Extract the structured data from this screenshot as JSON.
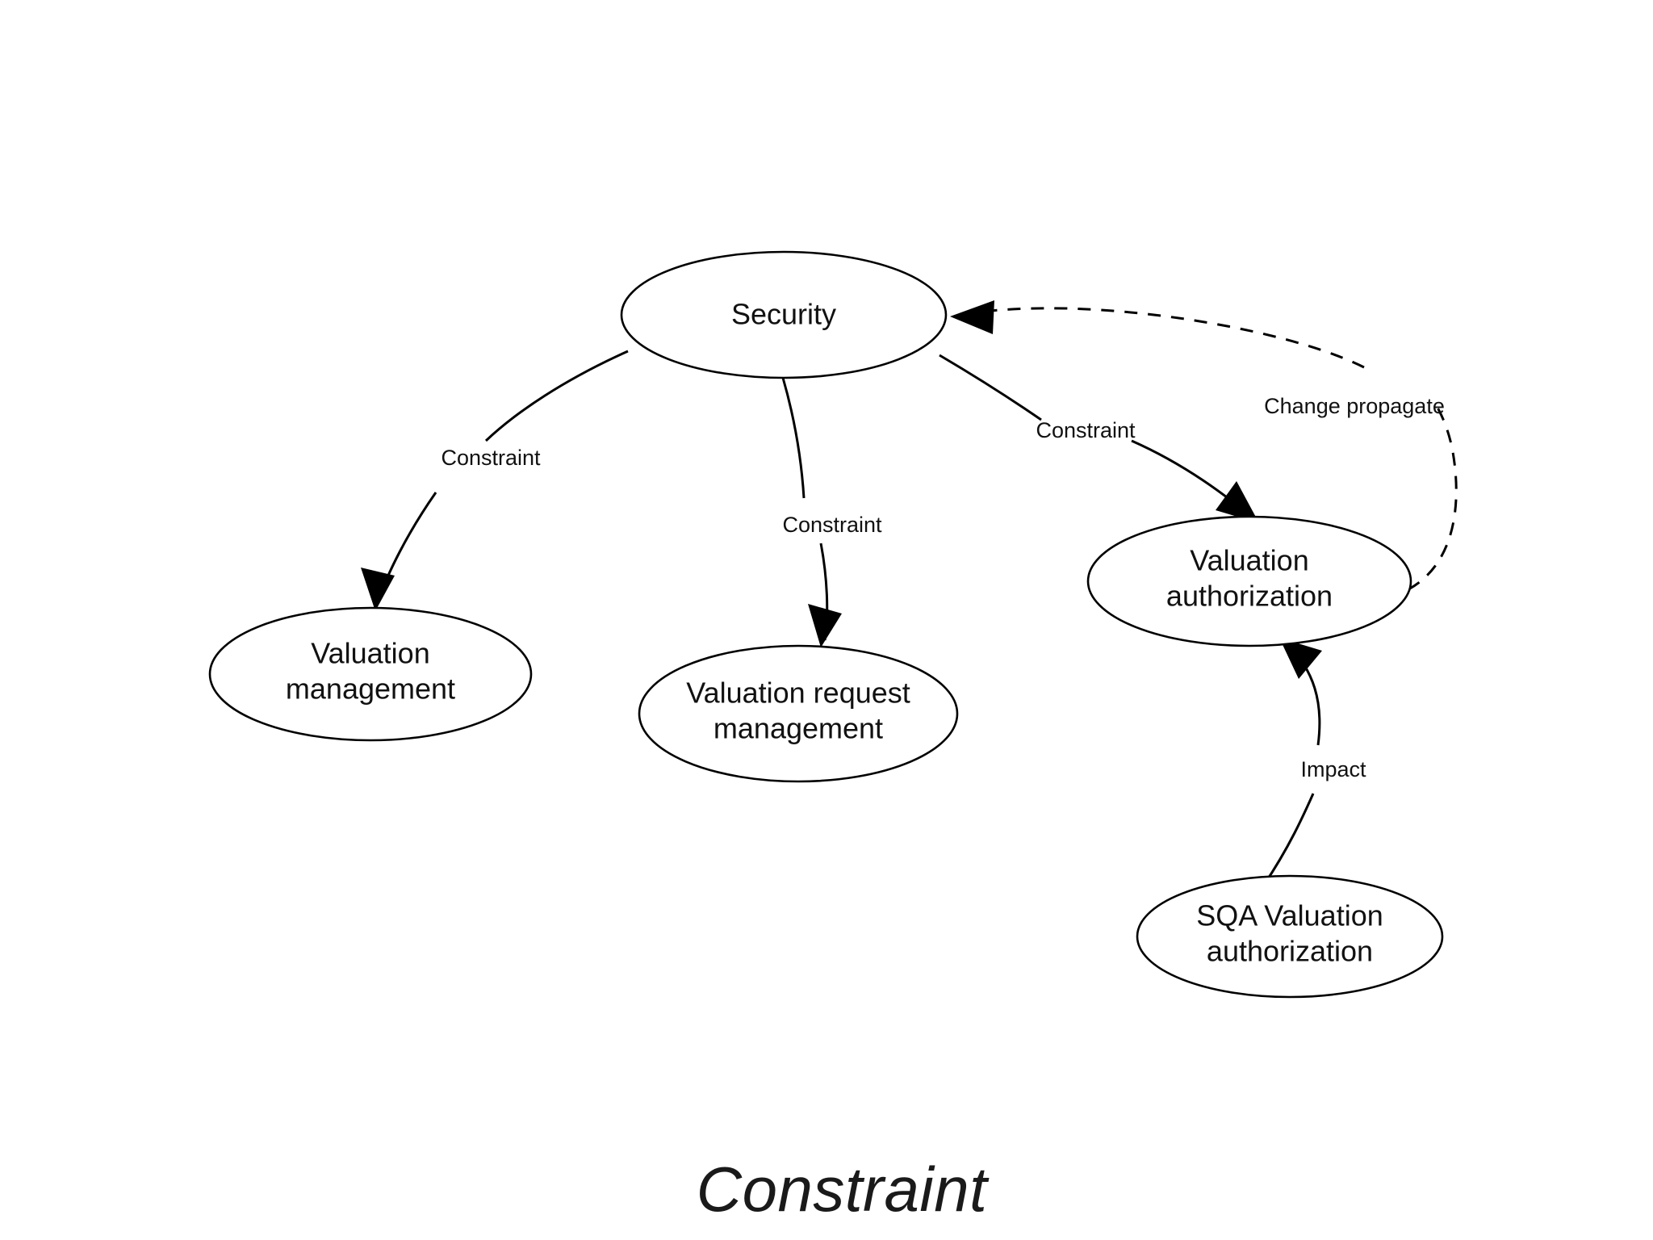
{
  "diagram": {
    "caption": "Constraint",
    "background_color": "#ffffff",
    "stroke_color": "#000000",
    "text_color": "#111111",
    "nodes": [
      {
        "id": "security",
        "label_line1": "Security",
        "label_line2": ""
      },
      {
        "id": "valuation-management",
        "label_line1": "Valuation",
        "label_line2": "management"
      },
      {
        "id": "valuation-request",
        "label_line1": "Valuation request",
        "label_line2": "management"
      },
      {
        "id": "valuation-auth",
        "label_line1": "Valuation",
        "label_line2": "authorization"
      },
      {
        "id": "sqa-valuation-auth",
        "label_line1": "SQA Valuation",
        "label_line2": "authorization"
      }
    ],
    "edges": [
      {
        "id": "security-to-valuation-management",
        "label": "Constraint",
        "style": "solid",
        "from": "security",
        "to": "valuation-management"
      },
      {
        "id": "security-to-valuation-request",
        "label": "Constraint",
        "style": "solid",
        "from": "security",
        "to": "valuation-request"
      },
      {
        "id": "security-to-valuation-auth",
        "label": "Constraint",
        "style": "solid",
        "from": "security",
        "to": "valuation-auth"
      },
      {
        "id": "sqa-to-valuation-auth",
        "label": "Impact",
        "style": "solid",
        "from": "sqa-valuation-auth",
        "to": "valuation-auth"
      },
      {
        "id": "valuation-auth-to-security",
        "label": "Change propagate",
        "style": "dashed",
        "from": "valuation-auth",
        "to": "security"
      }
    ]
  }
}
